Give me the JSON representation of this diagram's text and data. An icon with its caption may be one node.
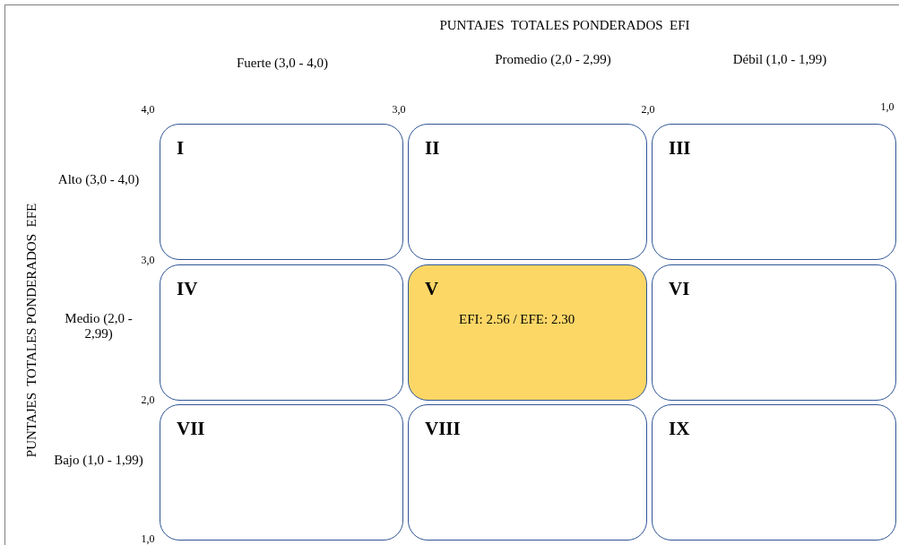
{
  "diagram": {
    "nodes": [
      {
        "text": [
          "I"
        ]
      },
      {
        "text": [
          "II"
        ]
      },
      {
        "text": [
          "III"
        ]
      },
      {
        "text": [
          "IV"
        ]
      },
      {
        "text": [
          "V",
          "EFI: 2.56 / EFE: 2.30"
        ]
      },
      {
        "text": [
          "VI"
        ]
      },
      {
        "text": [
          "VII"
        ]
      },
      {
        "text": [
          "VIII"
        ]
      },
      {
        "text": [
          "IX"
        ]
      }
    ],
    "labels": [
      "PUNTAJES  TOTALES PONDERADOS  EFI",
      "Fuerte (3,0 - 4,0)",
      "Promedio (2,0 - 2,99)",
      "Débil (1,0 - 1,99)",
      "4,0",
      "3,0",
      "2,0",
      "1,0",
      "PUNTAJES  TOTALES PONDERADOS  EFE",
      "Alto (3,0 - 4,0)",
      "3,0",
      "Medio (2,0 - 2,99)",
      "2,0",
      "Bajo (1,0 - 1,99)",
      "1,0"
    ]
  }
}
